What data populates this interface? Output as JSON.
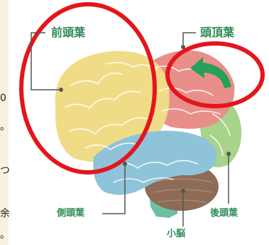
{
  "labels": {
    "frontal": "前頭葉",
    "parietal": "頭頂葉",
    "temporal": "側頭葉",
    "cerebellum": "小脳",
    "occipital": "後頭葉"
  },
  "side_text": [
    "0",
    "。",
    "つ",
    "余",
    "。"
  ],
  "colors": {
    "frontal": "#f0dc87",
    "parietal": "#e98f8a",
    "temporal": "#8fc3da",
    "occipital": "#a8d38a",
    "cerebellum": "#8e6b57",
    "brainstem": "#6fbfa4",
    "label_green": "#2e8b57",
    "highlight_red": "#e3161d",
    "arrow_green": "#26a05a",
    "side_panel": "#f7f1df"
  }
}
